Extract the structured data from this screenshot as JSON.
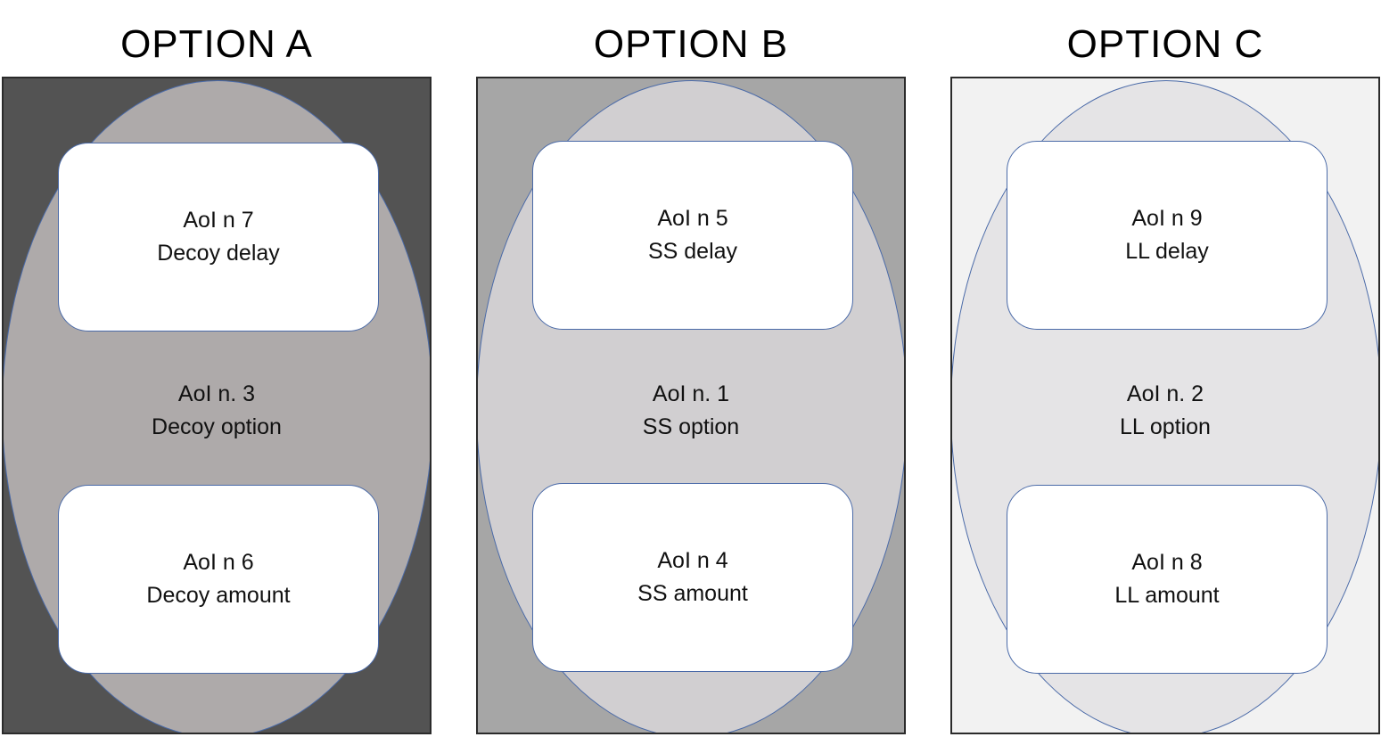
{
  "options": [
    {
      "title": "OPTION A",
      "panel_color": "#535353",
      "ellipse_color": "#aeaaaa",
      "top_box": {
        "line1": "AoI n 7",
        "line2": "Decoy delay"
      },
      "center": {
        "line1": "AoI n. 3",
        "line2": "Decoy option"
      },
      "bottom_box": {
        "line1": "AoI n 6",
        "line2": "Decoy amount"
      }
    },
    {
      "title": "OPTION B",
      "panel_color": "#a6a6a6",
      "ellipse_color": "#d1cfd1",
      "top_box": {
        "line1": "AoI n 5",
        "line2": "SS delay"
      },
      "center": {
        "line1": "AoI n. 1",
        "line2": "SS option"
      },
      "bottom_box": {
        "line1": "AoI n 4",
        "line2": "SS amount"
      }
    },
    {
      "title": "OPTION C",
      "panel_color": "#f2f2f2",
      "ellipse_color": "#e5e4e6",
      "top_box": {
        "line1": "AoI n 9",
        "line2": "LL delay"
      },
      "center": {
        "line1": "AoI n. 2",
        "line2": "LL option"
      },
      "bottom_box": {
        "line1": "AoI n 8",
        "line2": "LL amount"
      }
    }
  ]
}
